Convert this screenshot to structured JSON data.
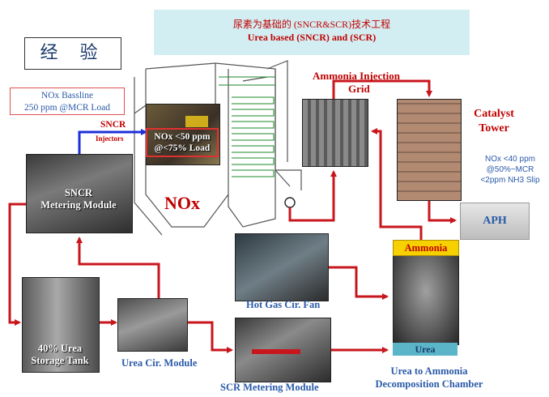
{
  "header": {
    "title_cn": "尿素为基础的 (SNCR&SCR)技术工程",
    "title_en": "Urea based (SNCR) and (SCR)"
  },
  "experience_label": "经 验",
  "baseline": {
    "line1": "NOx Bassline",
    "line2": "250 ppm @MCR Load"
  },
  "sncr": {
    "label": "SNCR",
    "injectors": "Injectors",
    "metering_line1": "SNCR",
    "metering_line2": "Metering Module"
  },
  "furnace": {
    "nox_line1": "NOx <50 ppm",
    "nox_line2": "@<75% Load",
    "nox_big": "NOx"
  },
  "ammonia_injection": {
    "line1": "Ammonia Injection",
    "line2": "Grid"
  },
  "catalyst": {
    "line1": "Catalyst",
    "line2": "Tower"
  },
  "scr_result": {
    "line1": "NOx <40 ppm",
    "line2": "@50%~MCR",
    "line3": "<2ppm NH3 Slip"
  },
  "aph_label": "APH",
  "hot_gas_fan": "Hot Gas Cir. Fan",
  "ammonia_tag": "Ammonia",
  "urea_tag": "Urea",
  "decomp": {
    "line1": "Urea to Ammonia",
    "line2": "Decomposition Chamber"
  },
  "storage": {
    "line1": "40% Urea",
    "line2": "Storage Tank"
  },
  "urea_circ": "Urea Cir. Module",
  "scr_metering": "SCR Metering Module",
  "colors": {
    "arrow_red": "#c8161d",
    "arrow_blue": "#1d2fd8",
    "duct_gray": "#555555",
    "pipe_green": "#1a8a2a",
    "title_bg": "#d3eef2"
  }
}
